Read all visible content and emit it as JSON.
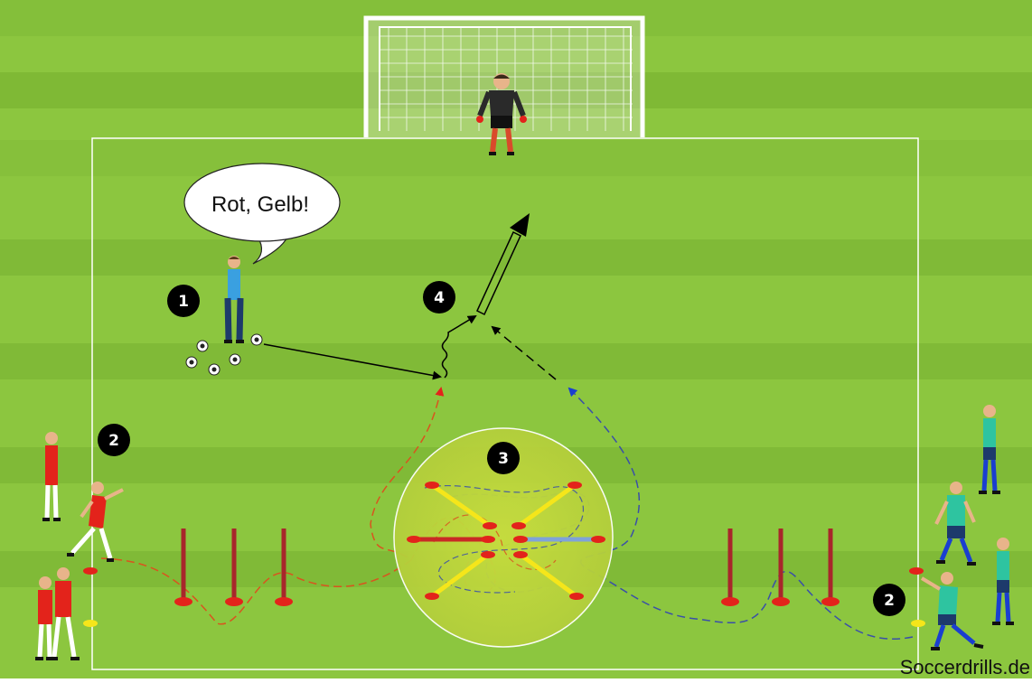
{
  "speech_bubble": {
    "text": "Rot, Gelb!"
  },
  "step_markers": {
    "coach": "1",
    "red_start": "2",
    "blue_start": "2",
    "gate_circle": "3",
    "shot": "4"
  },
  "watermark": "Soccerdrills.de",
  "colors": {
    "grass_light": "#8cc63f",
    "grass_dark": "#7db733",
    "line": "#ffffff",
    "red_team": "#e3231b",
    "blue_team": "#2ec4a0",
    "red_path": "#d9541e",
    "blue_path": "#3a4fa8",
    "pole": "#b0242a",
    "cone_red": "#e3231b",
    "cone_yellow": "#f5e61a"
  }
}
